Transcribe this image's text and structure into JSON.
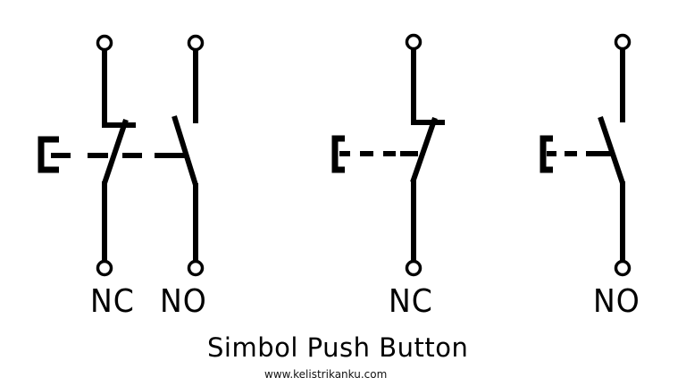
{
  "diagram": {
    "title": "Simbol Push Button",
    "website": "www.kelistrikanku.com",
    "colors": {
      "background": "#ffffff",
      "ink": "#000000"
    },
    "symbols": [
      {
        "id": "combined",
        "description": "Combined NC + NO push button with single actuator",
        "contacts": [
          {
            "type": "NC",
            "label": "NC"
          },
          {
            "type": "NO",
            "label": "NO"
          }
        ]
      },
      {
        "id": "nc-only",
        "description": "Normally Closed push button",
        "contacts": [
          {
            "type": "NC",
            "label": "NC"
          }
        ]
      },
      {
        "id": "no-only",
        "description": "Normally Open push button",
        "contacts": [
          {
            "type": "NO",
            "label": "NO"
          }
        ]
      }
    ]
  }
}
